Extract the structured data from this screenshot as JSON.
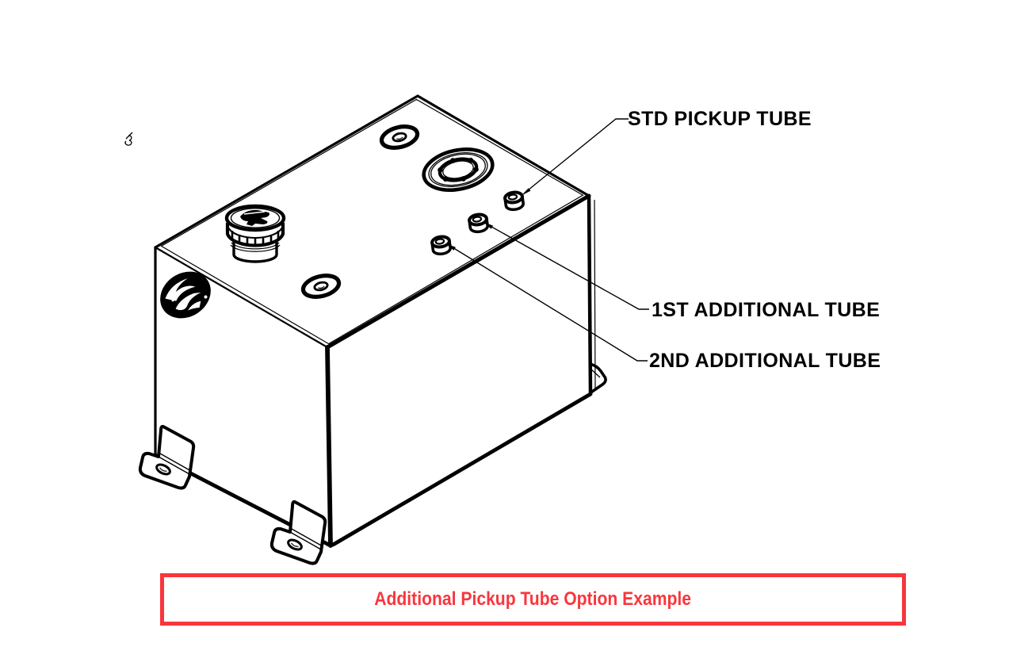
{
  "figure": {
    "callouts": [
      {
        "id": "std",
        "label": "STD PICKUP TUBE"
      },
      {
        "id": "first",
        "label": "1ST ADDITIONAL TUBE"
      },
      {
        "id": "second",
        "label": "2ND ADDITIONAL TUBE"
      }
    ],
    "caption": {
      "text": "Additional Pickup Tube Option Example"
    },
    "colors": {
      "line": "#000000",
      "background": "#ffffff",
      "caption_red": "#f9363d"
    }
  }
}
